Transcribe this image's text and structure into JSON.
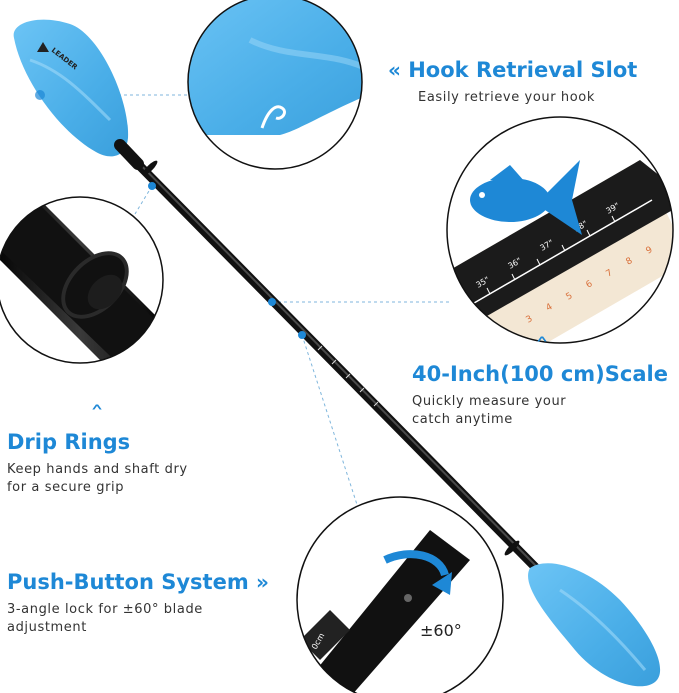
{
  "logo": {
    "text": "LEADER"
  },
  "features": {
    "hook": {
      "title": "Hook Retrieval Slot",
      "desc": "Easily retrieve your hook"
    },
    "scale": {
      "title": "40-Inch(100 cm)Scale",
      "desc_line1": "Quickly measure your",
      "desc_line2": "catch anytime",
      "inch_marks": [
        "35\"",
        "36\"",
        "37\"",
        "38\"",
        "39\""
      ],
      "cm_marks": [
        "3",
        "4",
        "5",
        "6",
        "7",
        "8",
        "9"
      ]
    },
    "drip": {
      "title": "Drip Rings",
      "desc_line1": "Keep hands and shaft dry",
      "desc_line2": "for a secure grip"
    },
    "push": {
      "title": "Push-Button System",
      "desc_line1": "3-angle lock for ±60° blade",
      "desc_line2": "adjustment",
      "angle": "±60°",
      "cm_label": "0cm"
    }
  },
  "icons": {
    "chevron_left": "«",
    "chevron_right": "»",
    "chevron_up": "˄"
  },
  "colors": {
    "accent": "#1e88d6",
    "blade": "#5bb8f0",
    "shaft": "#1a1a1a"
  }
}
